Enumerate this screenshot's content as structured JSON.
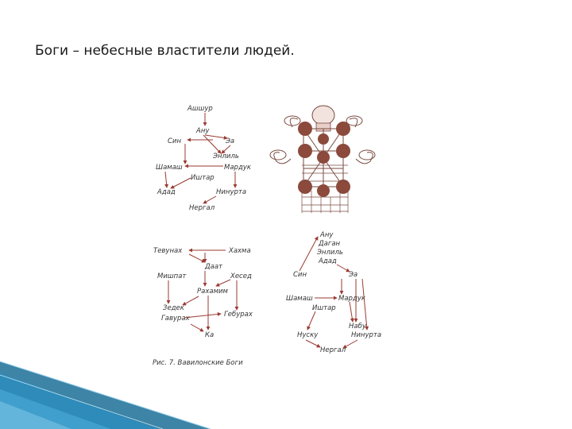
{
  "slide": {
    "title": "Боги – небесные властители людей."
  },
  "diagram_top_left": {
    "nodes": [
      "Ашшур",
      "Ану",
      "Син",
      "Эа",
      "Энлиль",
      "Шамаш",
      "Мардук",
      "Иштар",
      "Адад",
      "Нинурта",
      "Нергал"
    ]
  },
  "diagram_bottom_left": {
    "nodes": [
      "Тевунах",
      "Хахма",
      "Даат",
      "Мишпат",
      "Хесед",
      "Рахамим",
      "Зедек",
      "Гавурах",
      "Гебурах",
      "Ка"
    ]
  },
  "diagram_bottom_right": {
    "nodes": [
      "Ану",
      "Даган",
      "Энлиль",
      "Адад",
      "Син",
      "Эа",
      "Шамаш",
      "Мардук",
      "Иштар",
      "Набу",
      "Нинурта",
      "Нуску",
      "Нергал"
    ]
  },
  "caption": "Рис. 7. Вавилонские Боги",
  "colors": {
    "arrow": "#9a3a32",
    "node_fill": "#8b4a3c",
    "decor_blue": "#1e7fa8"
  }
}
